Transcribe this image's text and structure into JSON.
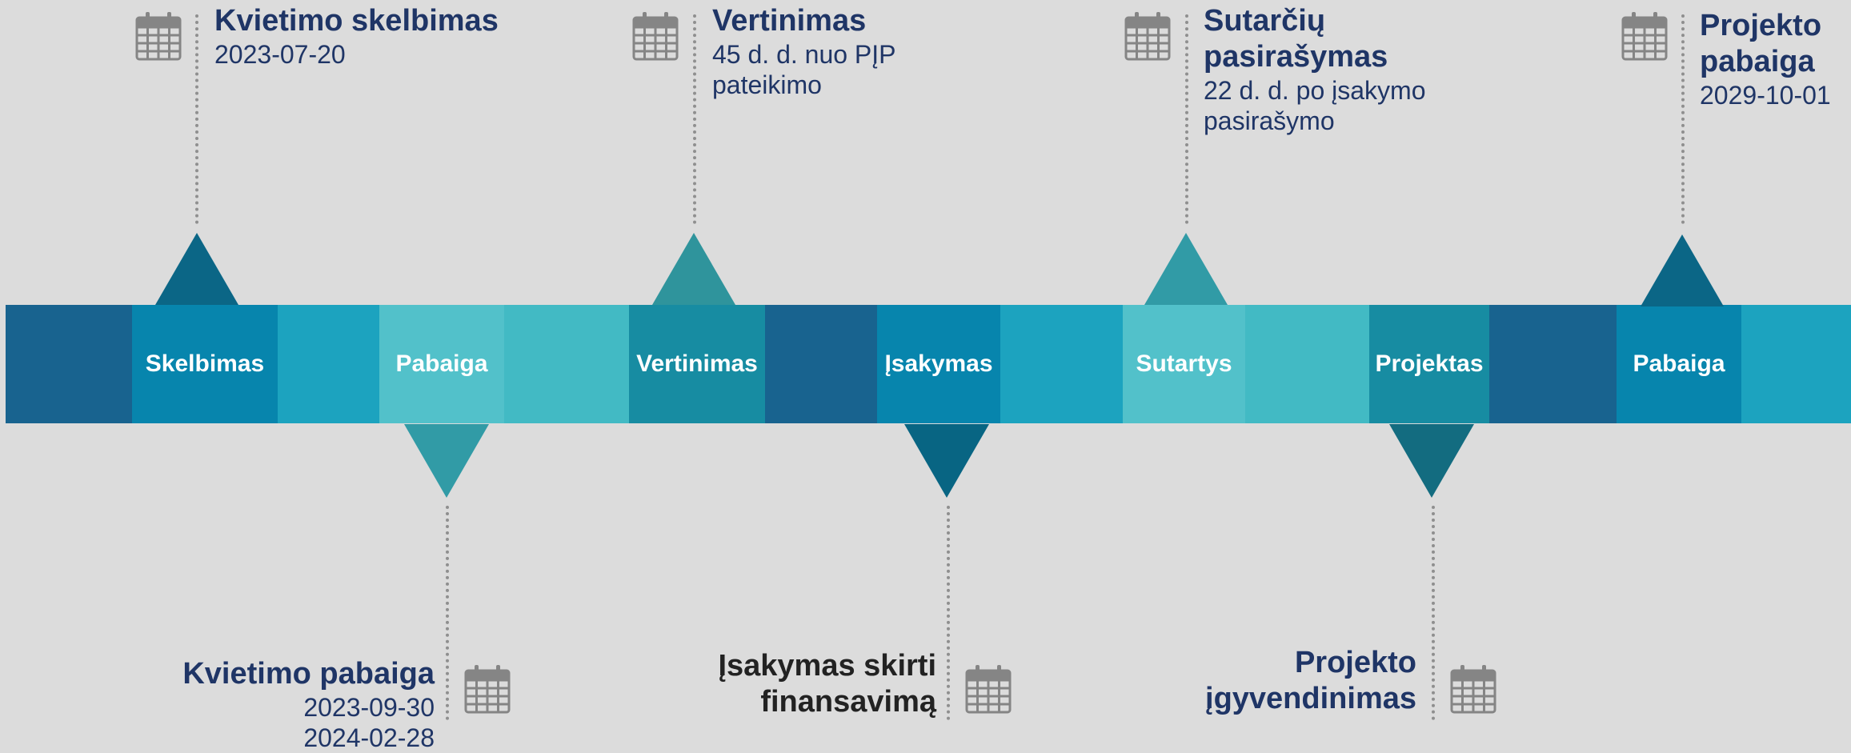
{
  "colors": {
    "background": "#dcdcdc",
    "title_text": "#1f3566",
    "title_text_dark": "#222222",
    "calendar_icon": "#858585",
    "connector": "#8f8f8f"
  },
  "bar": {
    "segments": [
      {
        "label": "",
        "color": "#18638f"
      },
      {
        "label": "Skelbimas",
        "color": "#0785ad"
      },
      {
        "label": "",
        "color": "#1ca3bf"
      },
      {
        "label": "Pabaiga",
        "color": "#52c1ca"
      },
      {
        "label": "",
        "color": "#42bac4"
      },
      {
        "label": "Vertinimas",
        "color": "#178ca2"
      },
      {
        "label": "",
        "color": "#18638f"
      },
      {
        "label": "Įsakymas",
        "color": "#0785ad"
      },
      {
        "label": "",
        "color": "#1ca3bf"
      },
      {
        "label": "Sutartys",
        "color": "#52c1ca"
      },
      {
        "label": "",
        "color": "#42bac4"
      },
      {
        "label": "Projektas",
        "color": "#178ca2"
      },
      {
        "label": "",
        "color": "#18638f"
      },
      {
        "label": "Pabaiga",
        "color": "#0785ad"
      },
      {
        "label": "",
        "color": "#1ca3bf"
      }
    ]
  },
  "markers": [
    {
      "direction": "up",
      "color": "#0b6686"
    },
    {
      "direction": "down",
      "color": "#319ba6"
    },
    {
      "direction": "up",
      "color": "#2f949c"
    },
    {
      "direction": "down",
      "color": "#086583"
    },
    {
      "direction": "up",
      "color": "#319ba6"
    },
    {
      "direction": "down",
      "color": "#136c80"
    },
    {
      "direction": "up",
      "color": "#0b6686"
    }
  ],
  "events": [
    {
      "title": "Kvietimo skelbimas",
      "lines": [
        "2023-07-20"
      ]
    },
    {
      "title": "Kvietimo pabaiga",
      "lines": [
        "2023-09-30",
        "2024-02-28"
      ]
    },
    {
      "title": "Vertinimas",
      "lines": [
        "45 d. d. nuo PĮP",
        "pateikimo"
      ]
    },
    {
      "title": "Įsakymas skirti",
      "title2": "finansavimą",
      "lines": []
    },
    {
      "title": "Sutarčių",
      "title2": "pasirašymas",
      "lines": [
        "22 d. d. po įsakymo",
        "pasirašymo"
      ]
    },
    {
      "title": "Projekto",
      "title2": "įgyvendinimas",
      "lines": []
    },
    {
      "title": "Projekto",
      "title2": "pabaiga",
      "lines": [
        "2029-10-01"
      ]
    }
  ]
}
